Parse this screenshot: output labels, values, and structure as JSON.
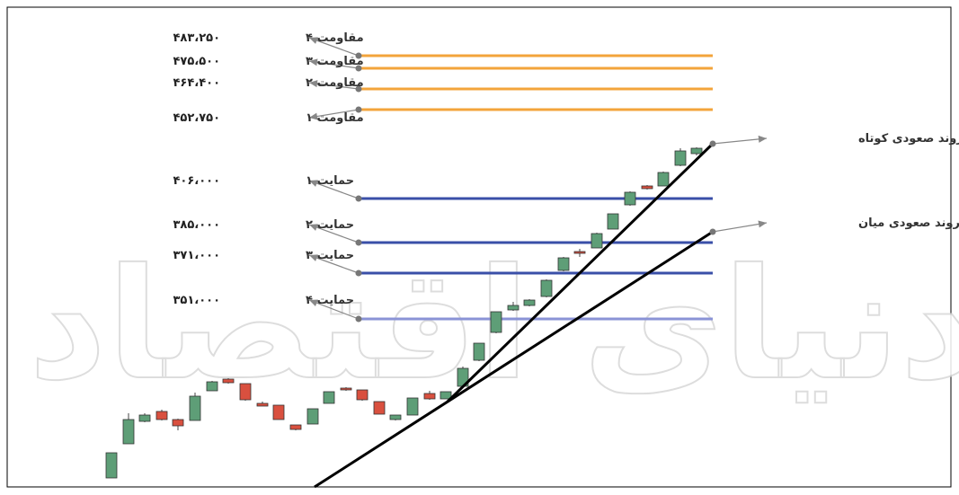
{
  "chart_data": {
    "type": "candlestick",
    "title": "",
    "xlabel": "",
    "ylabel": "",
    "resistance": [
      {
        "label": "مقاومت ۴",
        "value_text": "۴۸۳،۲۵۰",
        "value": 483250,
        "color": "#f3a43b"
      },
      {
        "label": "مقاومت ۳",
        "value_text": "۴۷۵،۵۰۰",
        "value": 475500,
        "color": "#f3a43b"
      },
      {
        "label": "مقاومت ۲",
        "value_text": "۴۶۴،۴۰۰",
        "value": 464400,
        "color": "#f3a43b"
      },
      {
        "label": "مقاومت ۱",
        "value_text": "۴۵۲،۷۵۰",
        "value": 452750,
        "color": "#f3a43b"
      }
    ],
    "support": [
      {
        "label": "حمایت ۱",
        "value_text": "۴۰۶،۰۰۰",
        "value": 406000,
        "color": "#3a4fa8"
      },
      {
        "label": "حمایت ۲",
        "value_text": "۳۸۵،۰۰۰",
        "value": 385000,
        "color": "#3a4fa8"
      },
      {
        "label": "حمایت ۳",
        "value_text": "۳۷۱،۰۰۰",
        "value": 371000,
        "color": "#3a4fa8"
      },
      {
        "label": "حمایت ۴",
        "value_text": "۳۵۱،۰۰۰",
        "value": 351000,
        "color": "#8a93d6"
      }
    ],
    "trends": [
      {
        "label": "روند صعودی کوتاه",
        "color": "#000000"
      },
      {
        "label": "روند صعودی میان",
        "color": "#000000"
      }
    ],
    "colors": {
      "up": "#5e9e77",
      "down": "#d9503f",
      "frame": "#000000"
    }
  },
  "watermark": "دنیای اقتصاد"
}
